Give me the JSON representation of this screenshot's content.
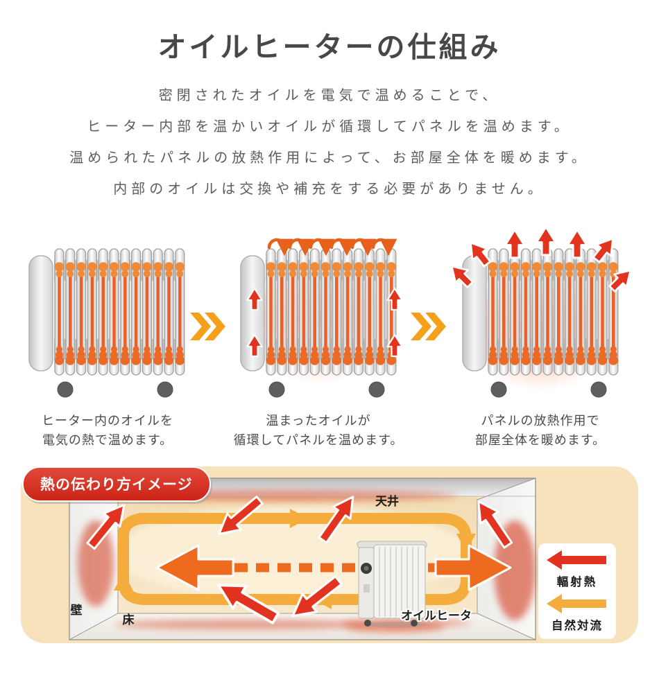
{
  "title": "オイルヒーターの仕組み",
  "description": {
    "lines": [
      "密閉されたオイルを電気で温めることで、",
      "ヒーター内部を温かいオイルが循環してパネルを温めます。",
      "温められたパネルの放熱作用によって、お部屋全体を暖めます。",
      "内部のオイルは交換や補充をする必要がありません。"
    ]
  },
  "steps": [
    {
      "lines": [
        "ヒーター内のオイルを",
        "電気の熱で温めます。"
      ]
    },
    {
      "lines": [
        "温まったオイルが",
        "循環してパネルを温めます。"
      ]
    },
    {
      "lines": [
        "パネルの放熱作用で",
        "部屋全体を暖めます。"
      ]
    }
  ],
  "heat_diagram": {
    "badge": "熱の伝わり方イメージ",
    "labels": {
      "ceiling": "天井",
      "wall": "壁",
      "floor": "床",
      "heater": "オイルヒータ"
    },
    "legend": [
      {
        "label": "輻射熱",
        "color": "#e23320"
      },
      {
        "label": "自然対流",
        "color": "#f4ad3c"
      }
    ]
  },
  "colors": {
    "heater_orange": "#e7612b",
    "blob_orange_top": "#f08a38",
    "blob_orange_bottom": "#ec6a28",
    "chevron_orange": "#f5a01b",
    "heat_red": "#e23320",
    "radiant_orange": "#ed6a1f",
    "convection_yellow": "#f4ad3c",
    "panel_cream": "#f8e2bc",
    "badge_red": "#cb2417",
    "text_dark": "#4b4b4b"
  }
}
